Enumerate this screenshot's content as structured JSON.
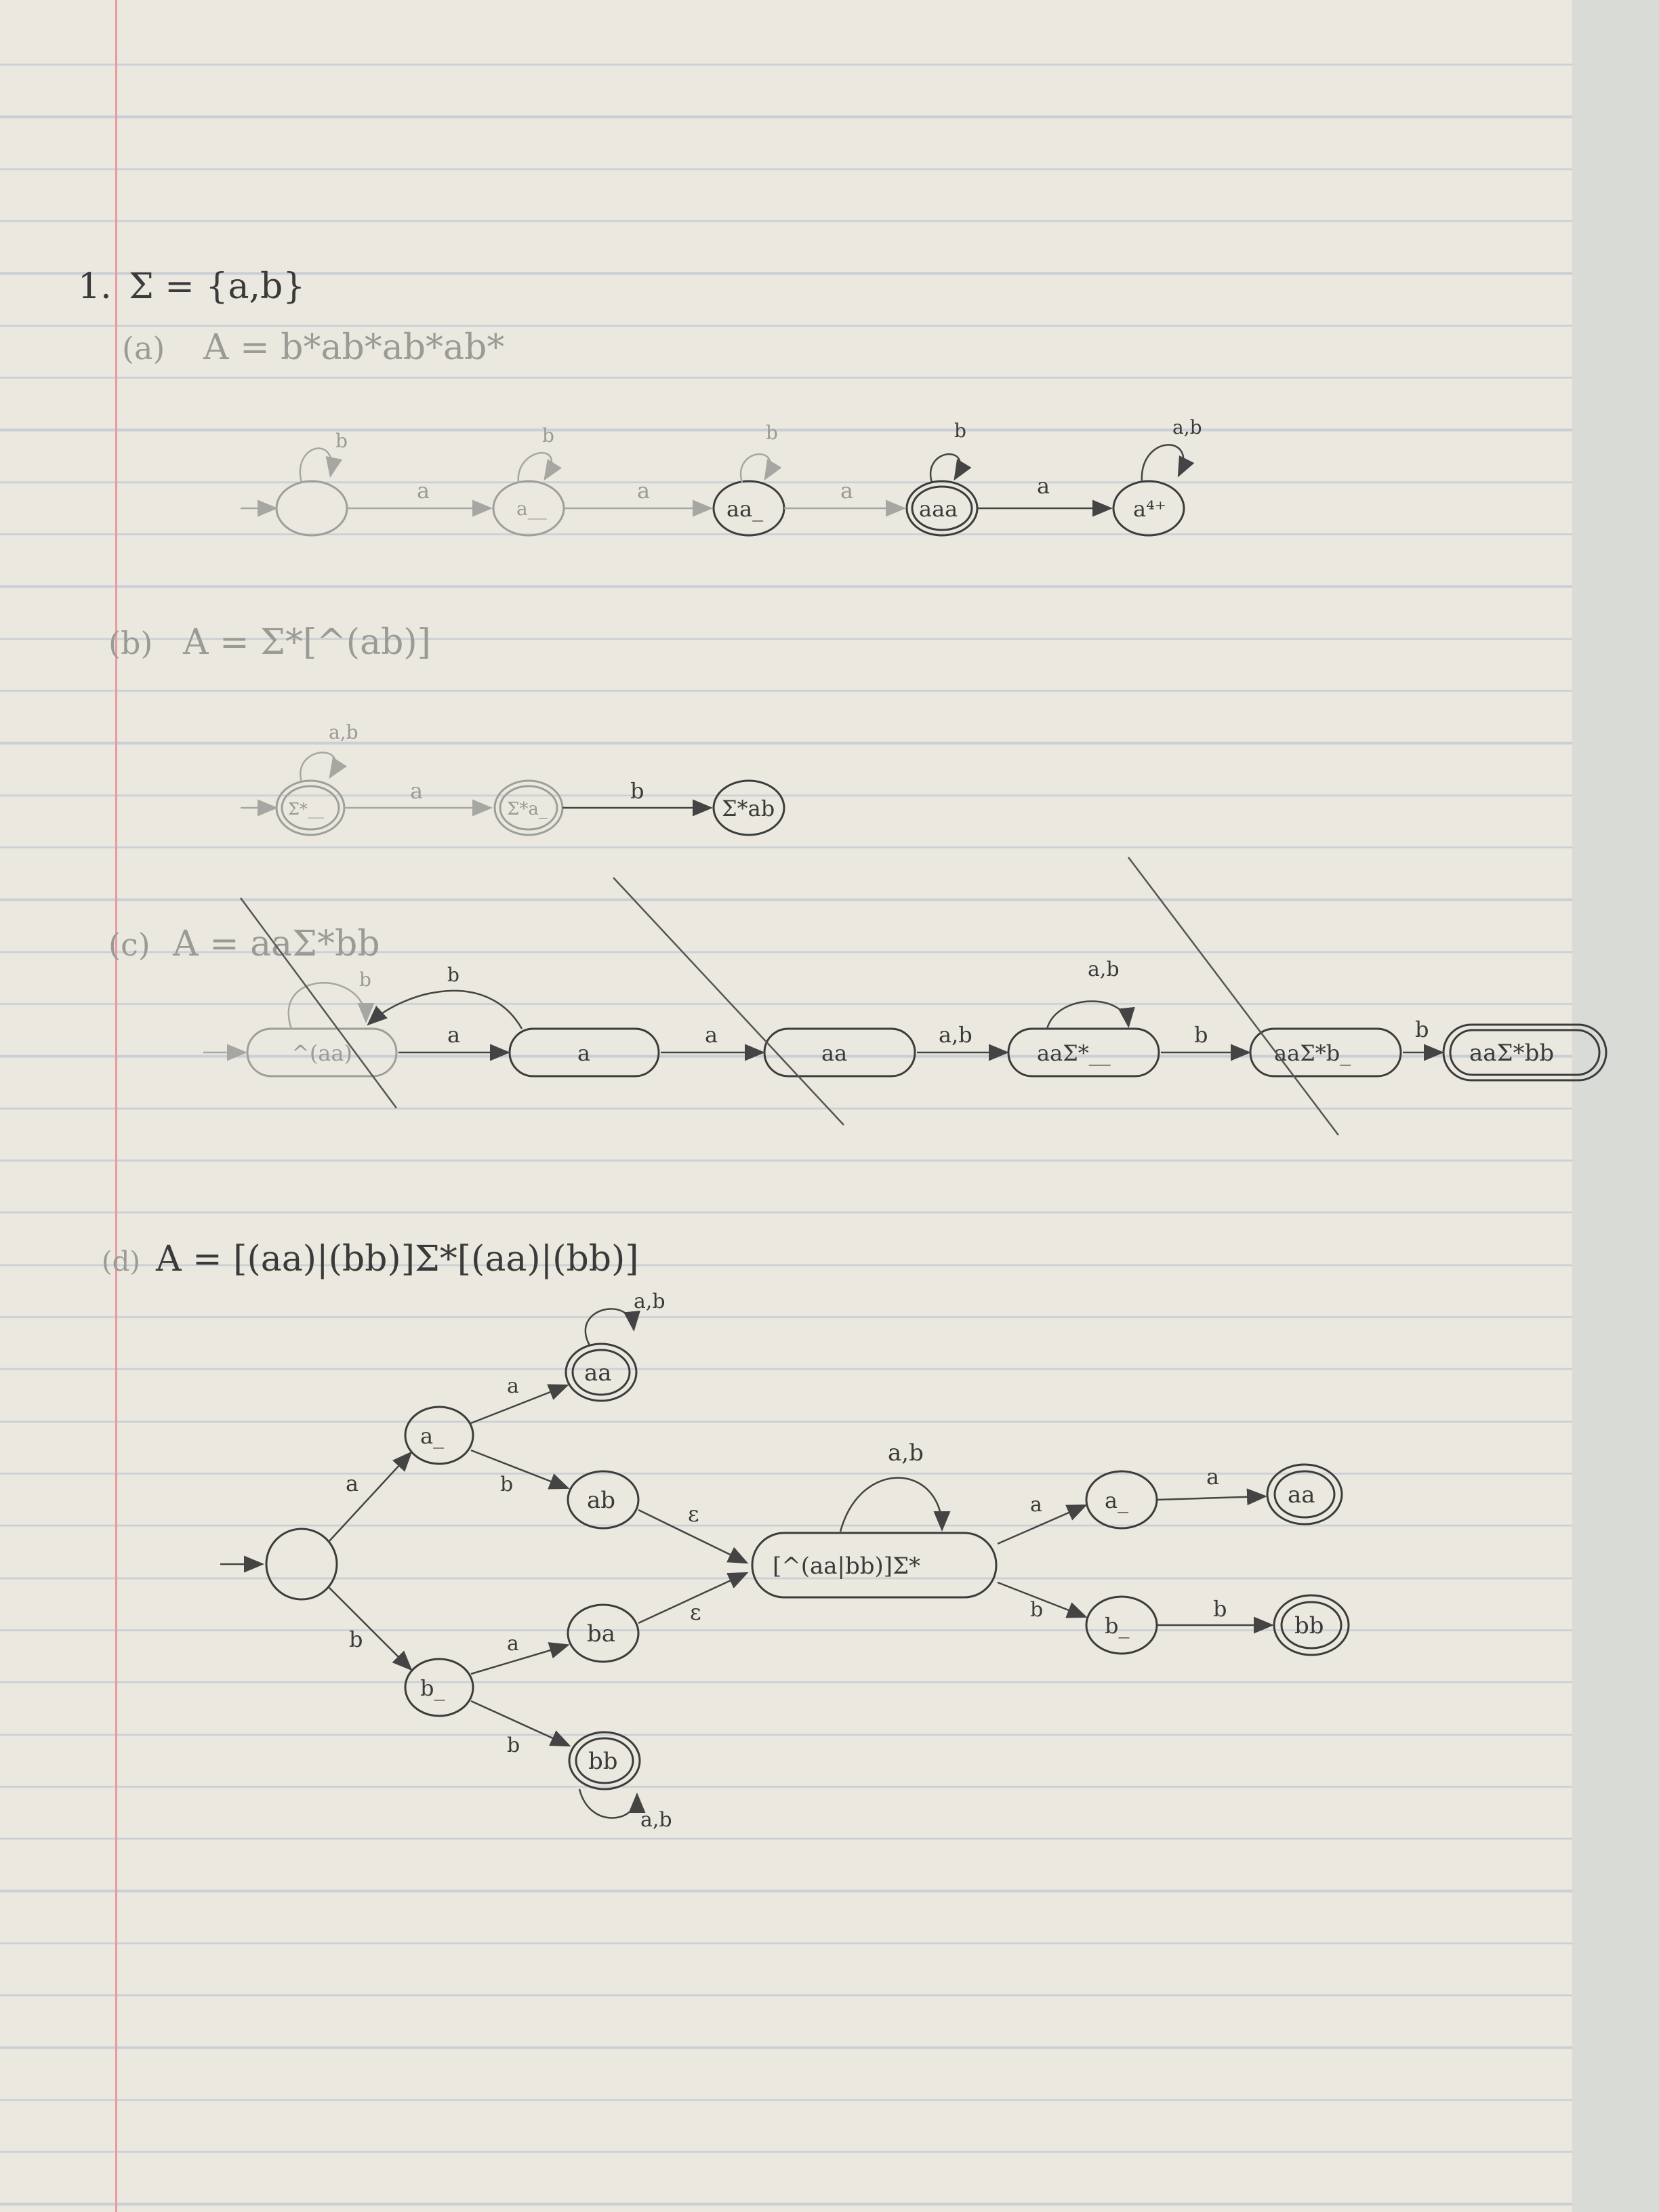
{
  "problem": {
    "number": "1.",
    "alphabet": "Σ = {a,b}"
  },
  "parts": {
    "a": {
      "label": "(a)",
      "expr": "A = b*ab*ab*ab*",
      "states": [
        "",
        "a__",
        "aa_",
        "aaa",
        "a⁴⁺"
      ],
      "loops": [
        "b",
        "b",
        "b",
        "b",
        "a,b"
      ],
      "edges": [
        "a",
        "a",
        "a",
        "a"
      ]
    },
    "b": {
      "label": "(b)",
      "expr": "A = Σ*[^(ab)]",
      "states": [
        "Σ*__",
        "Σ*a_",
        "Σ*ab"
      ],
      "loops": [
        "a,b"
      ],
      "edges": [
        "a",
        "b"
      ]
    },
    "c": {
      "label": "(c)",
      "expr": "A = aaΣ*bb",
      "states": [
        "^(aa)",
        "a",
        "aa",
        "aaΣ*__",
        "aaΣ*b_",
        "aaΣ*bb"
      ],
      "loops": [
        "b",
        "b",
        "a,b"
      ],
      "edges": [
        "a",
        "a",
        "a,b",
        "b",
        "b"
      ]
    },
    "d": {
      "label": "(d)",
      "expr": "A = [(aa)|(bb)]Σ*[(aa)|(bb)]",
      "states": {
        "a_": "a_",
        "b_": "b_",
        "aa": "aa",
        "ab": "ab",
        "ba": "ba",
        "bb": "bb",
        "mid": "[^(aa|bb)]Σ*",
        "a2": "a_",
        "b2": "b_",
        "aa2": "aa",
        "bb2": "bb"
      },
      "edges": {
        "start_a": "a",
        "start_b": "b",
        "a_aa": "a",
        "a_ab": "b",
        "b_ba": "a",
        "b_bb": "b",
        "ab_mid": "ε",
        "ba_mid": "ε",
        "mid_a": "a",
        "mid_b": "b",
        "a2_aa2": "a",
        "b2_bb2": "b"
      },
      "loops": {
        "aa": "a,b",
        "bb": "a,b",
        "mid": "a,b"
      }
    }
  }
}
